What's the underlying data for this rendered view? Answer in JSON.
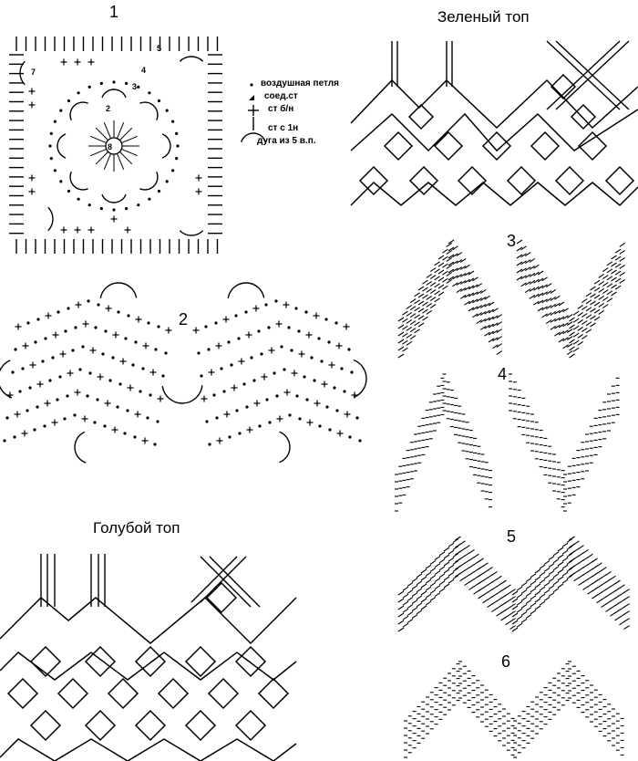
{
  "labels": {
    "d1": "1",
    "d2": "2",
    "d3": "3",
    "d4": "4",
    "d5": "5",
    "d6": "6"
  },
  "titles": {
    "green": "Зеленый топ",
    "blue": "Голубой топ"
  },
  "motif_numbers": [
    "2",
    "3",
    "4",
    "5",
    "7",
    "8"
  ],
  "legend": [
    {
      "symbol": "dot-icon",
      "text": "воздушная петля"
    },
    {
      "symbol": "triangle-icon",
      "text": "соед.ст"
    },
    {
      "symbol": "plus-icon",
      "text": "ст б/н"
    },
    {
      "symbol": "bar-icon",
      "text": "ст с 1н"
    },
    {
      "symbol": "arc-icon",
      "text": "дуга из 5 в.п."
    }
  ]
}
